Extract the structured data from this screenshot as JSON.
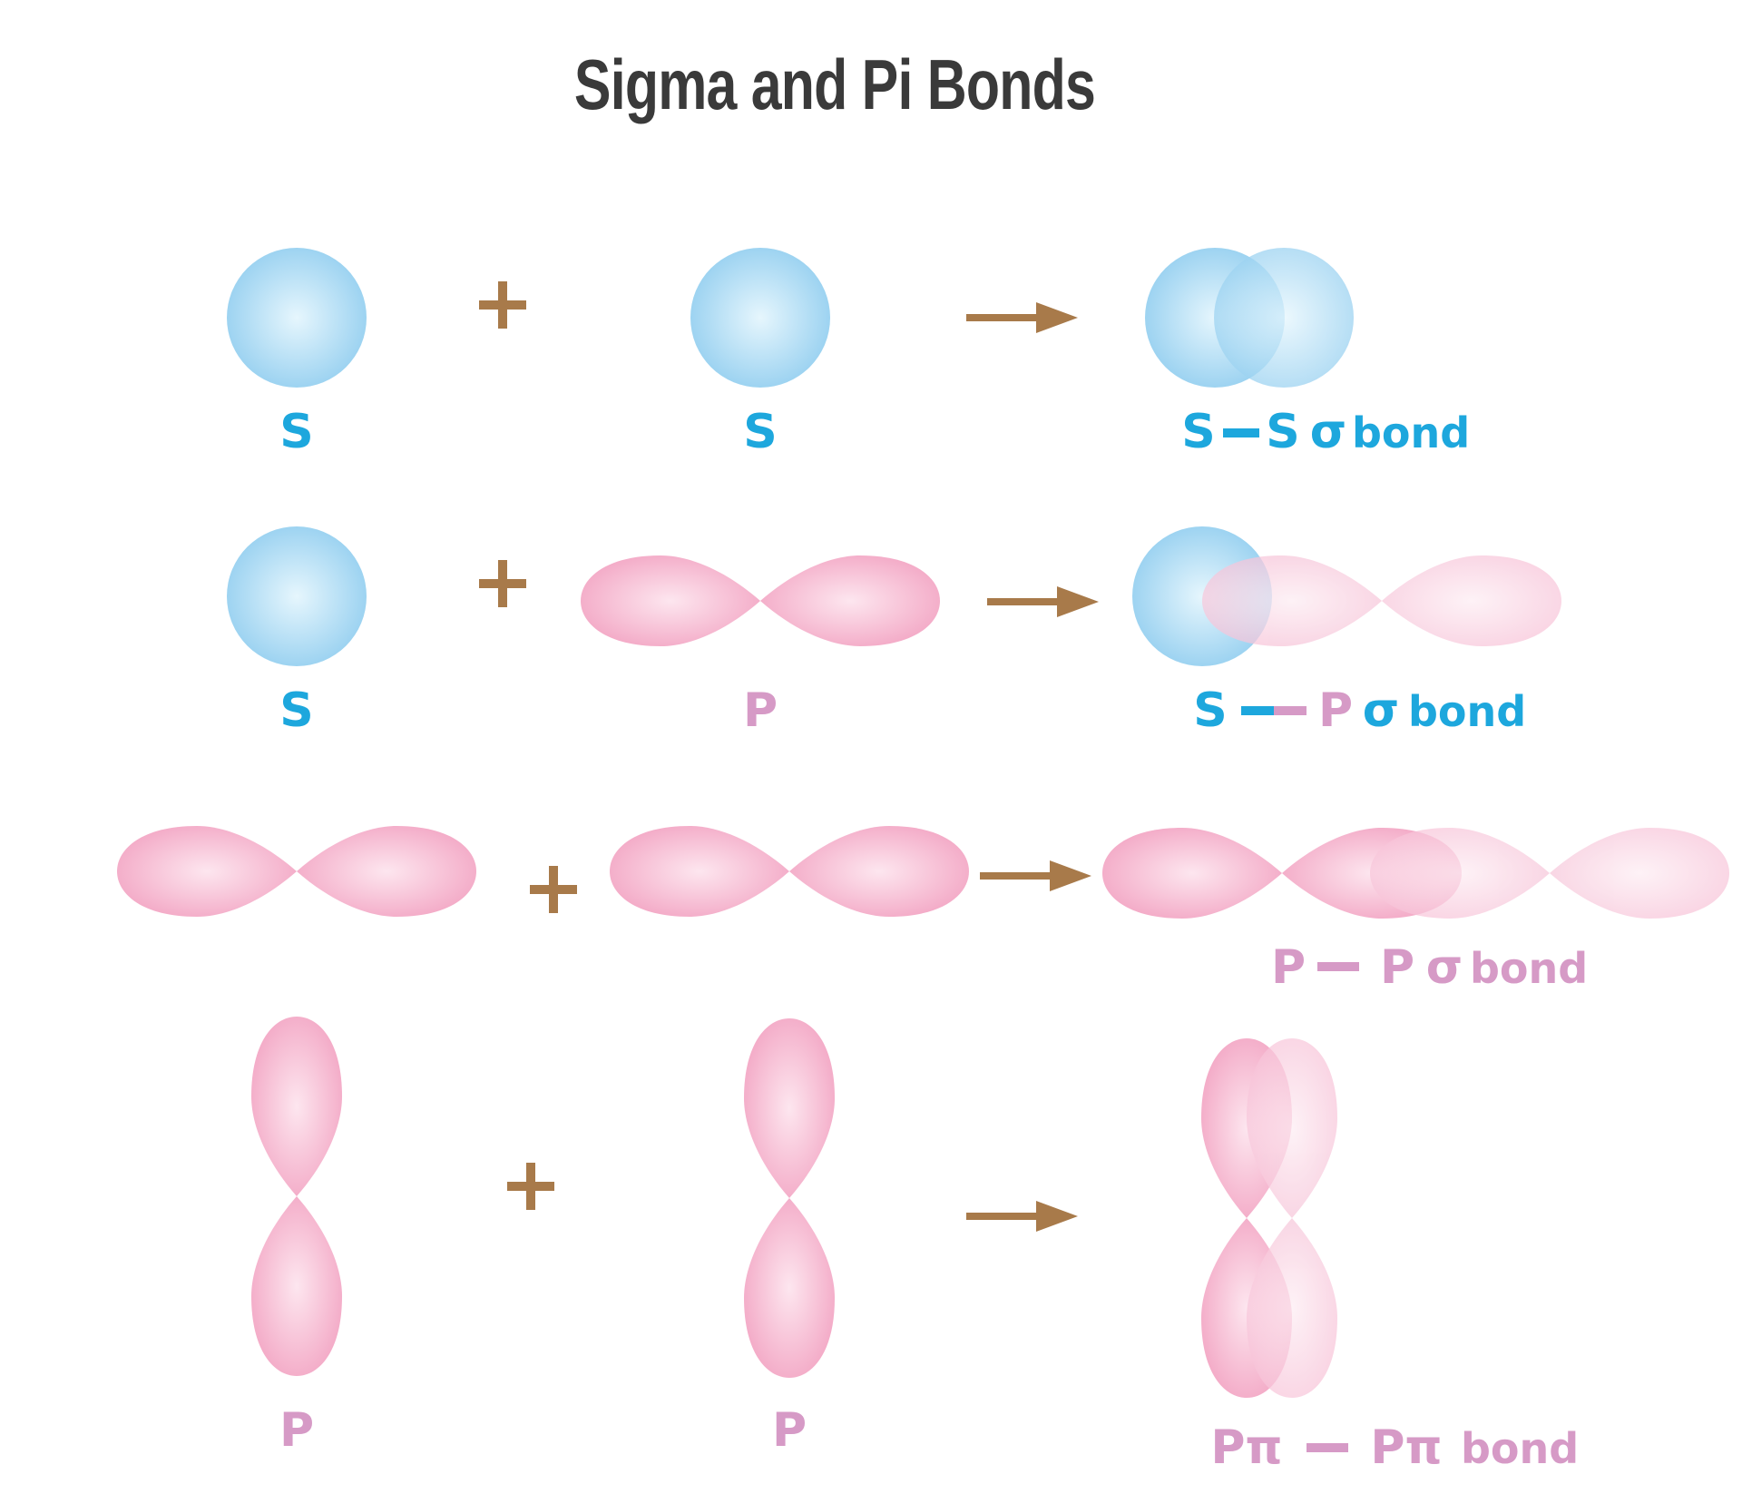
{
  "title": "Sigma and Pi Bonds",
  "colors": {
    "s_orbital": "#a7d8f3",
    "p_orbital": "#f5b3cd",
    "s_label": "#1da7dd",
    "p_label": "#d69ac6",
    "operator": "#a87a4a",
    "title": "#3a3a3a"
  },
  "rows": [
    {
      "left_label": "S",
      "right_label": "S",
      "result": {
        "a": "S",
        "b": "S",
        "sigma": "σ",
        "bond": "bond"
      }
    },
    {
      "left_label": "S",
      "right_label": "P",
      "result": {
        "a": "S",
        "b": "P",
        "sigma": "σ",
        "bond": "bond"
      }
    },
    {
      "result": {
        "a": "P",
        "b": "P",
        "sigma": "σ",
        "bond": "bond"
      }
    },
    {
      "left_label": "P",
      "right_label": "P",
      "result": {
        "a": "Pπ",
        "b": "Pπ",
        "bond": "bond"
      }
    }
  ],
  "operators": {
    "plus": "+",
    "arrow": "→"
  }
}
